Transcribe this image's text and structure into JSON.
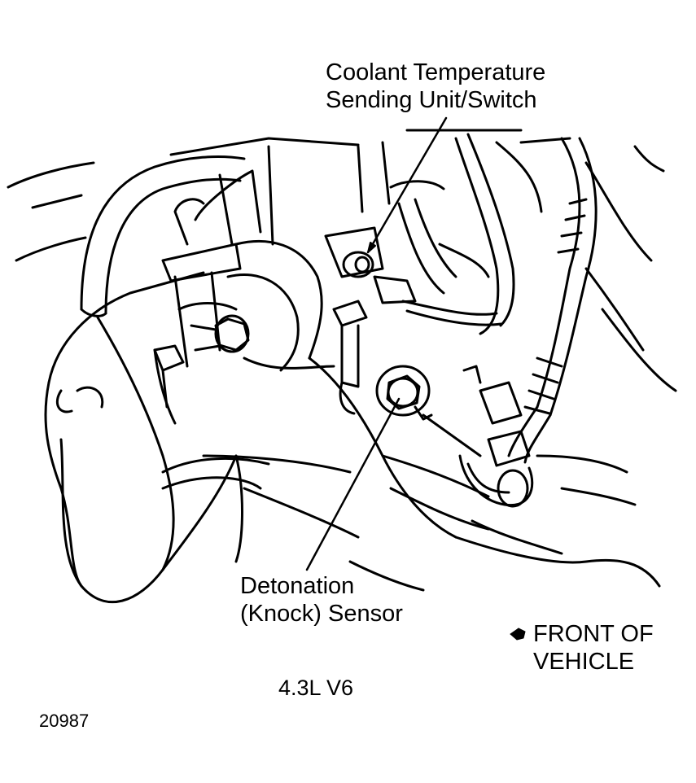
{
  "diagram": {
    "callouts": {
      "coolant_sensor": {
        "line1": "Coolant Temperature",
        "line2": "Sending Unit/Switch"
      },
      "knock_sensor": {
        "line1": "Detonation",
        "line2": "(Knock) Sensor"
      },
      "front_of_vehicle": {
        "line1": "FRONT OF",
        "line2": "VEHICLE",
        "icon": "front-direction-arrow-icon"
      }
    },
    "engine_label": "4.3L V6",
    "figure_number": "20987",
    "colors": {
      "ink": "#000000",
      "paper": "#ffffff"
    }
  }
}
